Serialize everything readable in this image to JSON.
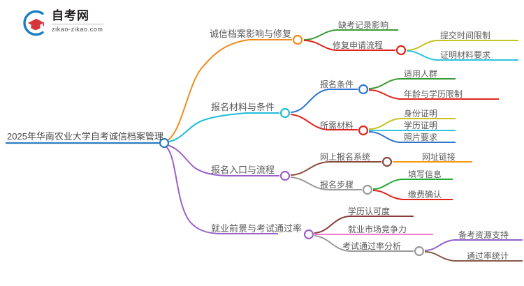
{
  "logo": {
    "name": "logo",
    "title": "自考网",
    "domain": "zikao-zikao.com",
    "mark_icon": "graduation-cap-icon",
    "colors": {
      "ring": "#1a7fc1",
      "cap": "#d7353c"
    }
  },
  "mindmap": {
    "root": {
      "label": "2025年华南农业大学自考诚信档案管理",
      "color": "#2b7cc0"
    },
    "branches": [
      {
        "label": "诚信档案影响与修复",
        "color": "#f08c1e",
        "children": [
          {
            "label": "缺考记录影响",
            "color": "#3a9b35",
            "children": []
          },
          {
            "label": "修复申请流程",
            "color": "#e2231a",
            "children": [
              {
                "label": "提交时间限制",
                "color": "#c6c21e"
              },
              {
                "label": "证明材料要求",
                "color": "#2ec3e0"
              }
            ]
          }
        ]
      },
      {
        "label": "报名材料与条件",
        "color": "#20bcd8",
        "children": [
          {
            "label": "报名条件",
            "color": "#2e74d0",
            "children": [
              {
                "label": "适用人群",
                "color": "#3a9b35"
              },
              {
                "label": "年龄与学历限制",
                "color": "#e2231a"
              }
            ]
          },
          {
            "label": "所需材料",
            "color": "#e2231a",
            "children": [
              {
                "label": "身份证明",
                "color": "#c6c21e"
              },
              {
                "label": "学历证明",
                "color": "#2ec3e0"
              },
              {
                "label": "照片要求",
                "color": "#2e74d0"
              }
            ]
          }
        ]
      },
      {
        "label": "报名入口与流程",
        "color": "#9b61c9",
        "children": [
          {
            "label": "网上报名系统",
            "color": "#8a4a3c",
            "children": [
              {
                "label": "网址链接",
                "color": "#f59b0b"
              }
            ]
          },
          {
            "label": "报名步骤",
            "color": "#9a9a9a",
            "children": [
              {
                "label": "填写信息",
                "color": "#1faa31"
              },
              {
                "label": "缴费确认",
                "color": "#e2231a"
              }
            ]
          }
        ]
      },
      {
        "label": "就业前景与考试通过率",
        "color": "#9b61c9",
        "children": [
          {
            "label": "学历认可度",
            "color": "#8a3c3c",
            "children": []
          },
          {
            "label": "就业市场竞争力",
            "color": "#f07ad0",
            "children": []
          },
          {
            "label": "考试通过率分析",
            "color": "#9a9a9a",
            "children": [
              {
                "label": "备考资源支持",
                "color": "#8f5fc9"
              },
              {
                "label": "通过率统计",
                "color": "#8a5a4a"
              }
            ]
          }
        ]
      }
    ]
  }
}
